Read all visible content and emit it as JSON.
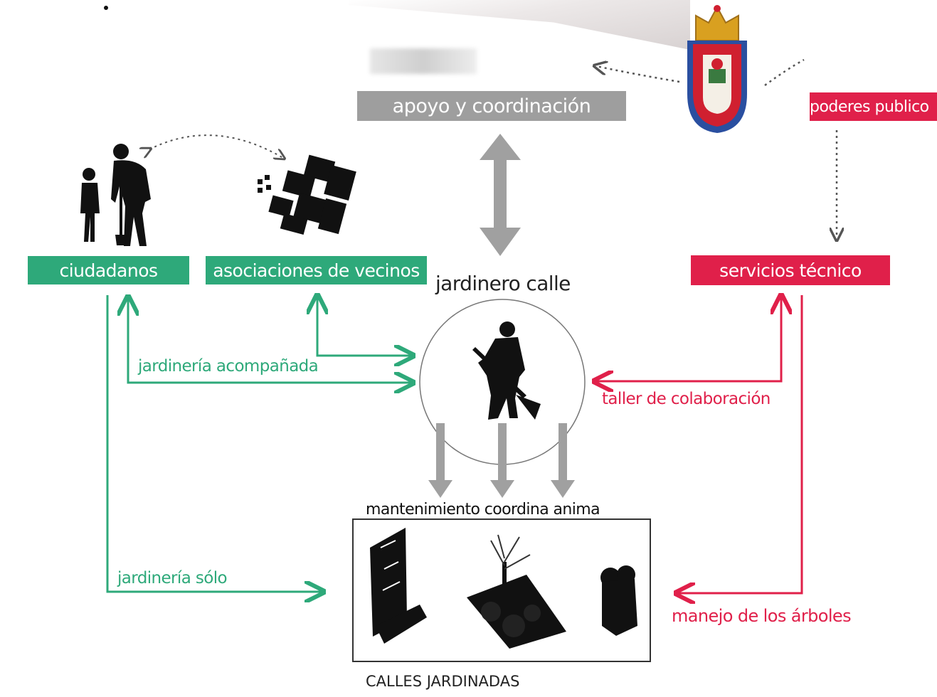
{
  "header": {
    "support": "apoyo y coordinación"
  },
  "nodes": {
    "citizens": "ciudadanos",
    "neighbors": "asociaciones de vecinos",
    "public_powers": "poderes publico",
    "technical_services": "servicios técnico",
    "gardener": "jardinero calle"
  },
  "flows": {
    "accompanied": "jardinería acompañada",
    "workshop": "taller de colaboración",
    "alone": "jardinería sólo",
    "trees": "manejo de los árboles",
    "tasks": "mantenimiento coordina anima"
  },
  "footer": {
    "title": "CALLES JARDINADAS"
  },
  "colors": {
    "green": "#2ea97a",
    "red": "#e0204a",
    "gray": "#9e9e9e",
    "black": "#111111"
  },
  "icons": [
    "citizens-silhouette-icon",
    "city-blocks-icon",
    "coat-of-arms-icon",
    "gardener-icon",
    "wall-planter-icon",
    "tree-bed-icon",
    "planter-icon"
  ]
}
